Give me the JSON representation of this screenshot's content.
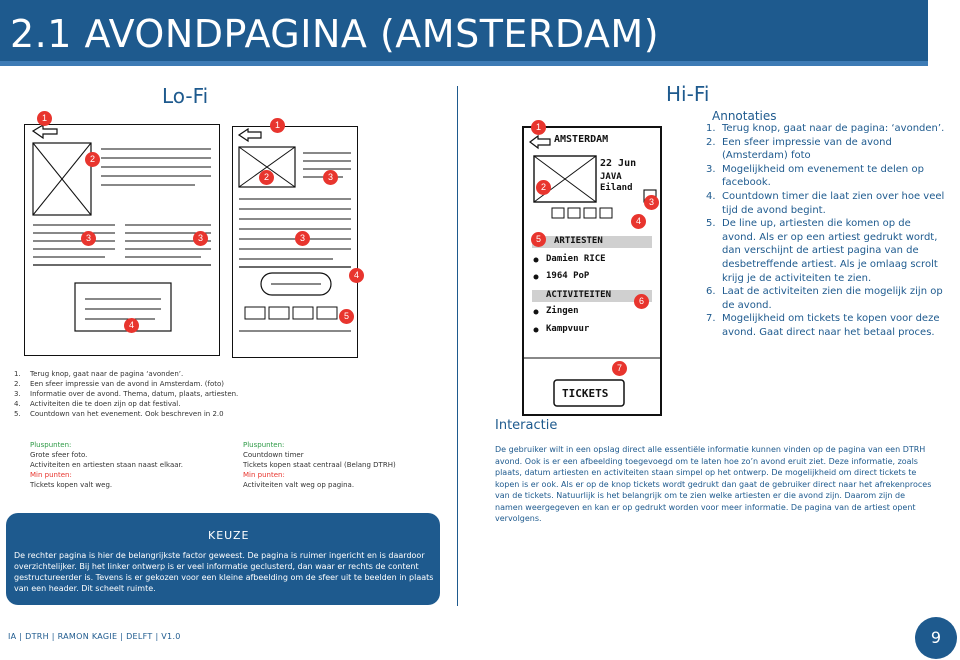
{
  "title": "2.1 AVONDPAGINA (AMSTERDAM)",
  "lofi": {
    "heading": "Lo-Fi",
    "list": [
      {
        "num": "1.",
        "text": "Terug knop, gaat naar de pagina ‘avonden’."
      },
      {
        "num": "2.",
        "text": "Een sfeer impressie van de avond in Amsterdam. (foto)"
      },
      {
        "num": "3.",
        "text": "Informatie over de avond. Thema, datum, plaats, artiesten."
      },
      {
        "num": "4.",
        "text": "Activiteiten die te doen zijn op dat festival."
      },
      {
        "num": "5.",
        "text": "Countdown van het evenement. Ook beschreven in 2.0"
      }
    ],
    "pros_left": {
      "plus_label": "Pluspunten:",
      "plus_items": [
        "Grote sfeer foto.",
        "Activiteiten en artiesten staan naast elkaar."
      ],
      "minus_label": "Min punten:",
      "minus_items": [
        "Tickets kopen valt weg."
      ]
    },
    "pros_right": {
      "plus_label": "Pluspunten:",
      "plus_items": [
        "Countdown timer",
        "Tickets kopen staat centraal (Belang DTRH)"
      ],
      "minus_label": "Min punten:",
      "minus_items": [
        "Activiteiten valt weg op pagina."
      ]
    }
  },
  "keuze": {
    "title": "KEUZE",
    "text": "De rechter pagina is hier de belangrijkste factor geweest. De pagina is ruimer ingericht en is daardoor overzichtelijker. Bij het linker ontwerp is er veel informatie geclusterd, dan waar er rechts de content gestructureerder is. Tevens is er gekozen voor een kleine afbeelding om de sfeer uit te beelden in plaats van een header. Dit scheelt ruimte."
  },
  "hifi": {
    "heading": "Hi-Fi",
    "annotaties_heading": "Annotaties",
    "phone": {
      "city": "AMSTERDAM",
      "date": "22 Jun",
      "venue_1": "JAVA",
      "venue_2": "Eiland",
      "section_artists": "ARTIESTEN",
      "artist_1": "Damien RICE",
      "artist_2": "1964 PoP",
      "section_activities": "ACTIVITEITEN",
      "activity_1": "Zingen",
      "activity_2": "Kampvuur",
      "tickets": "TICKETS"
    },
    "annotations": [
      {
        "num": "1.",
        "text": "Terug knop, gaat naar de pagina: ‘avonden’."
      },
      {
        "num": "2.",
        "text": "Een sfeer impressie van de avond (Amsterdam) foto"
      },
      {
        "num": "3.",
        "text": "Mogelijkheid om evenement te delen op facebook."
      },
      {
        "num": "4.",
        "text": "Countdown timer die laat zien over hoe veel tijd de avond begint."
      },
      {
        "num": "5.",
        "text": "De line up, artiesten die komen op de avond. Als er op een artiest gedrukt wordt, dan verschijnt de artiest pagina van de desbetreffende artiest. Als je omlaag scrolt krijg je de activiteiten te zien."
      },
      {
        "num": "6.",
        "text": "Laat de activiteiten zien die mogelijk zijn op de avond."
      },
      {
        "num": "7.",
        "text": "Mogelijkheid om tickets te kopen voor deze avond. Gaat direct naar het betaal proces."
      }
    ]
  },
  "interactie": {
    "heading": "Interactie",
    "text": "De gebruiker wilt in een opslag direct alle essentiële informatie kunnen vinden op de pagina van een DTRH avond. Ook is er een afbeelding toegevoegd om te laten hoe zo’n avond eruit ziet. Deze informatie, zoals plaats, datum artiesten en activiteiten staan simpel op het ontwerp. De mogelijkheid om direct tickets te kopen is er ook. Als er op de knop tickets wordt gedrukt dan gaat de gebruiker direct naar het afrekenproces van de tickets. Natuurlijk is het belangrijk om te zien welke artiesten er die avond zijn. Daarom zijn de namen weergegeven en kan er op gedrukt worden voor meer informatie. De pagina van de artiest opent vervolgens."
  },
  "badges": [
    "1",
    "2",
    "3",
    "4",
    "5",
    "6",
    "7"
  ],
  "footer": "IA | DTRH | RAMON KAGIE | DELFT | V1.0",
  "page_number": "9",
  "colors": {
    "primary": "#1e5a8e",
    "accent": "#e8352e",
    "plus": "#2e9a46"
  }
}
